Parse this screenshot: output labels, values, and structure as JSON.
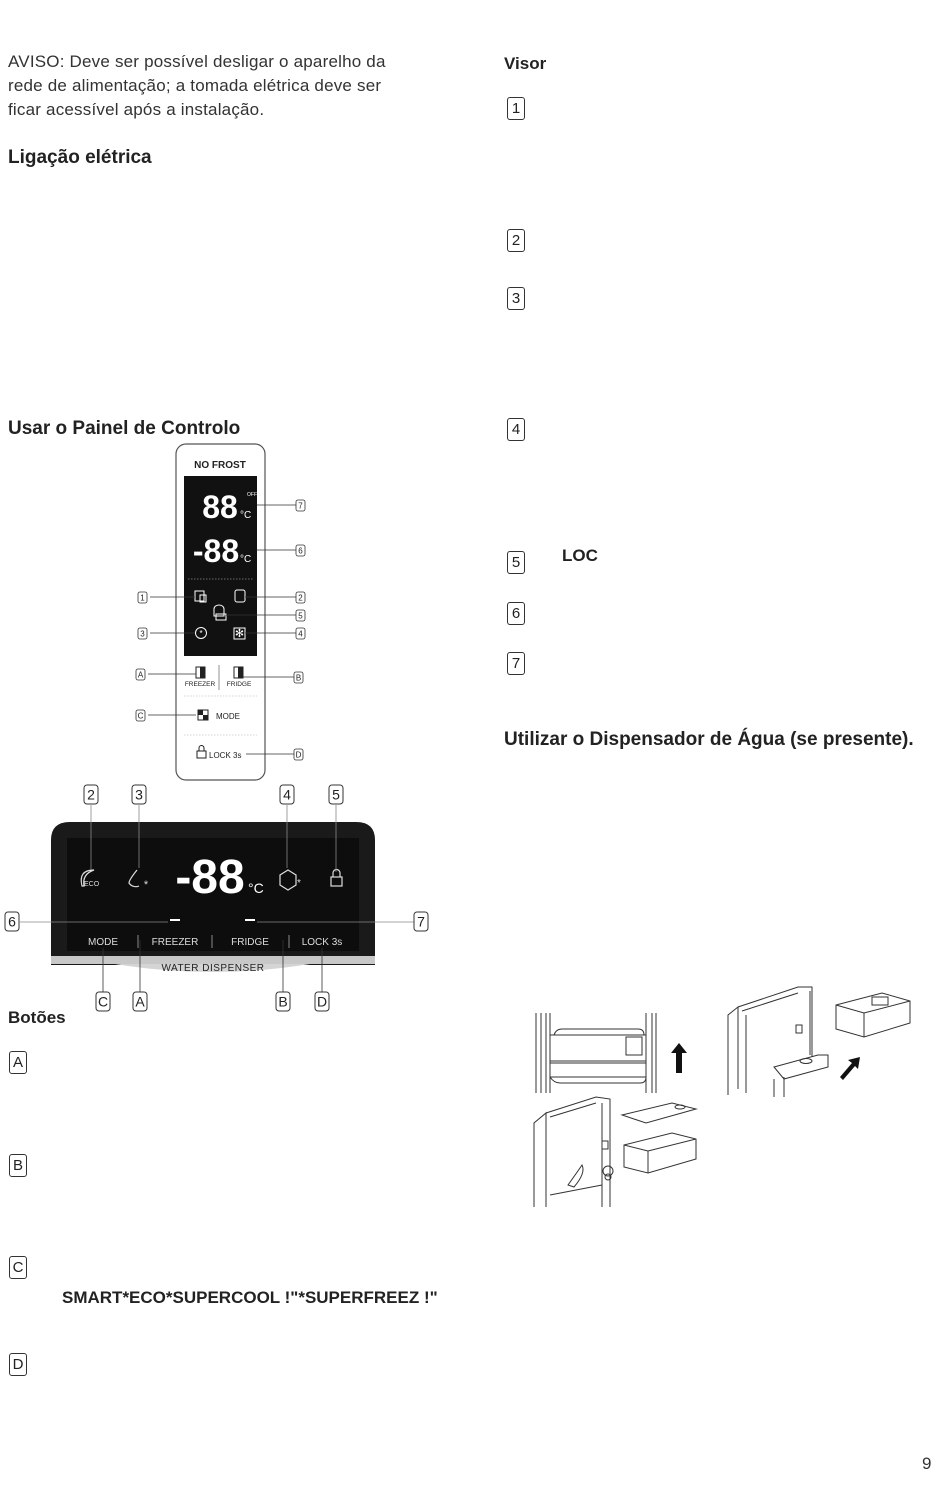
{
  "left": {
    "warning": [
      "AVISO: Deve ser possível desligar o aparelho da",
      "rede de alimentação; a tomada elétrica deve ser",
      "ficar acessível após a instalação."
    ],
    "heading_electric": "Ligação elétrica",
    "heading_panel": "Usar o Painel de Controlo",
    "heading_buttons": "Botões",
    "buttons": [
      {
        "key": "A"
      },
      {
        "key": "B"
      },
      {
        "key": "C",
        "text": "SMART*ECO*SUPERCOOL !\"*SUPERFREEZ !\""
      },
      {
        "key": "D"
      }
    ]
  },
  "panel1": {
    "brand": "NO FROST",
    "temp_top": "88",
    "temp_bottom": "-88",
    "off_label": "OFF",
    "unit": "°C",
    "btn_freezer": "FREEZER",
    "btn_fridge": "FRIDGE",
    "btn_mode": "MODE",
    "btn_lock": "LOCK 3s",
    "callouts": [
      "7",
      "6",
      "1",
      "2",
      "5",
      "3",
      "4",
      "A",
      "B",
      "C",
      "D"
    ]
  },
  "panel2": {
    "temp": "-88",
    "unit": "°C",
    "eco": "ECO",
    "labels": [
      "MODE",
      "FREEZER",
      "FRIDGE",
      "LOCK 3s"
    ],
    "strip": "WATER DISPENSER",
    "top_callouts": [
      "2",
      "3",
      "4",
      "5"
    ],
    "side_callouts": [
      "6",
      "7"
    ],
    "bottom_callouts": [
      "C",
      "A",
      "B",
      "D"
    ]
  },
  "right": {
    "heading_display": "Visor",
    "items": [
      "1",
      "2",
      "3",
      "4",
      "5",
      "6",
      "7"
    ],
    "item5_text": "LOC",
    "heading_water": "Utilizar o Dispensador de Água (se presente)."
  },
  "page_number": "9"
}
